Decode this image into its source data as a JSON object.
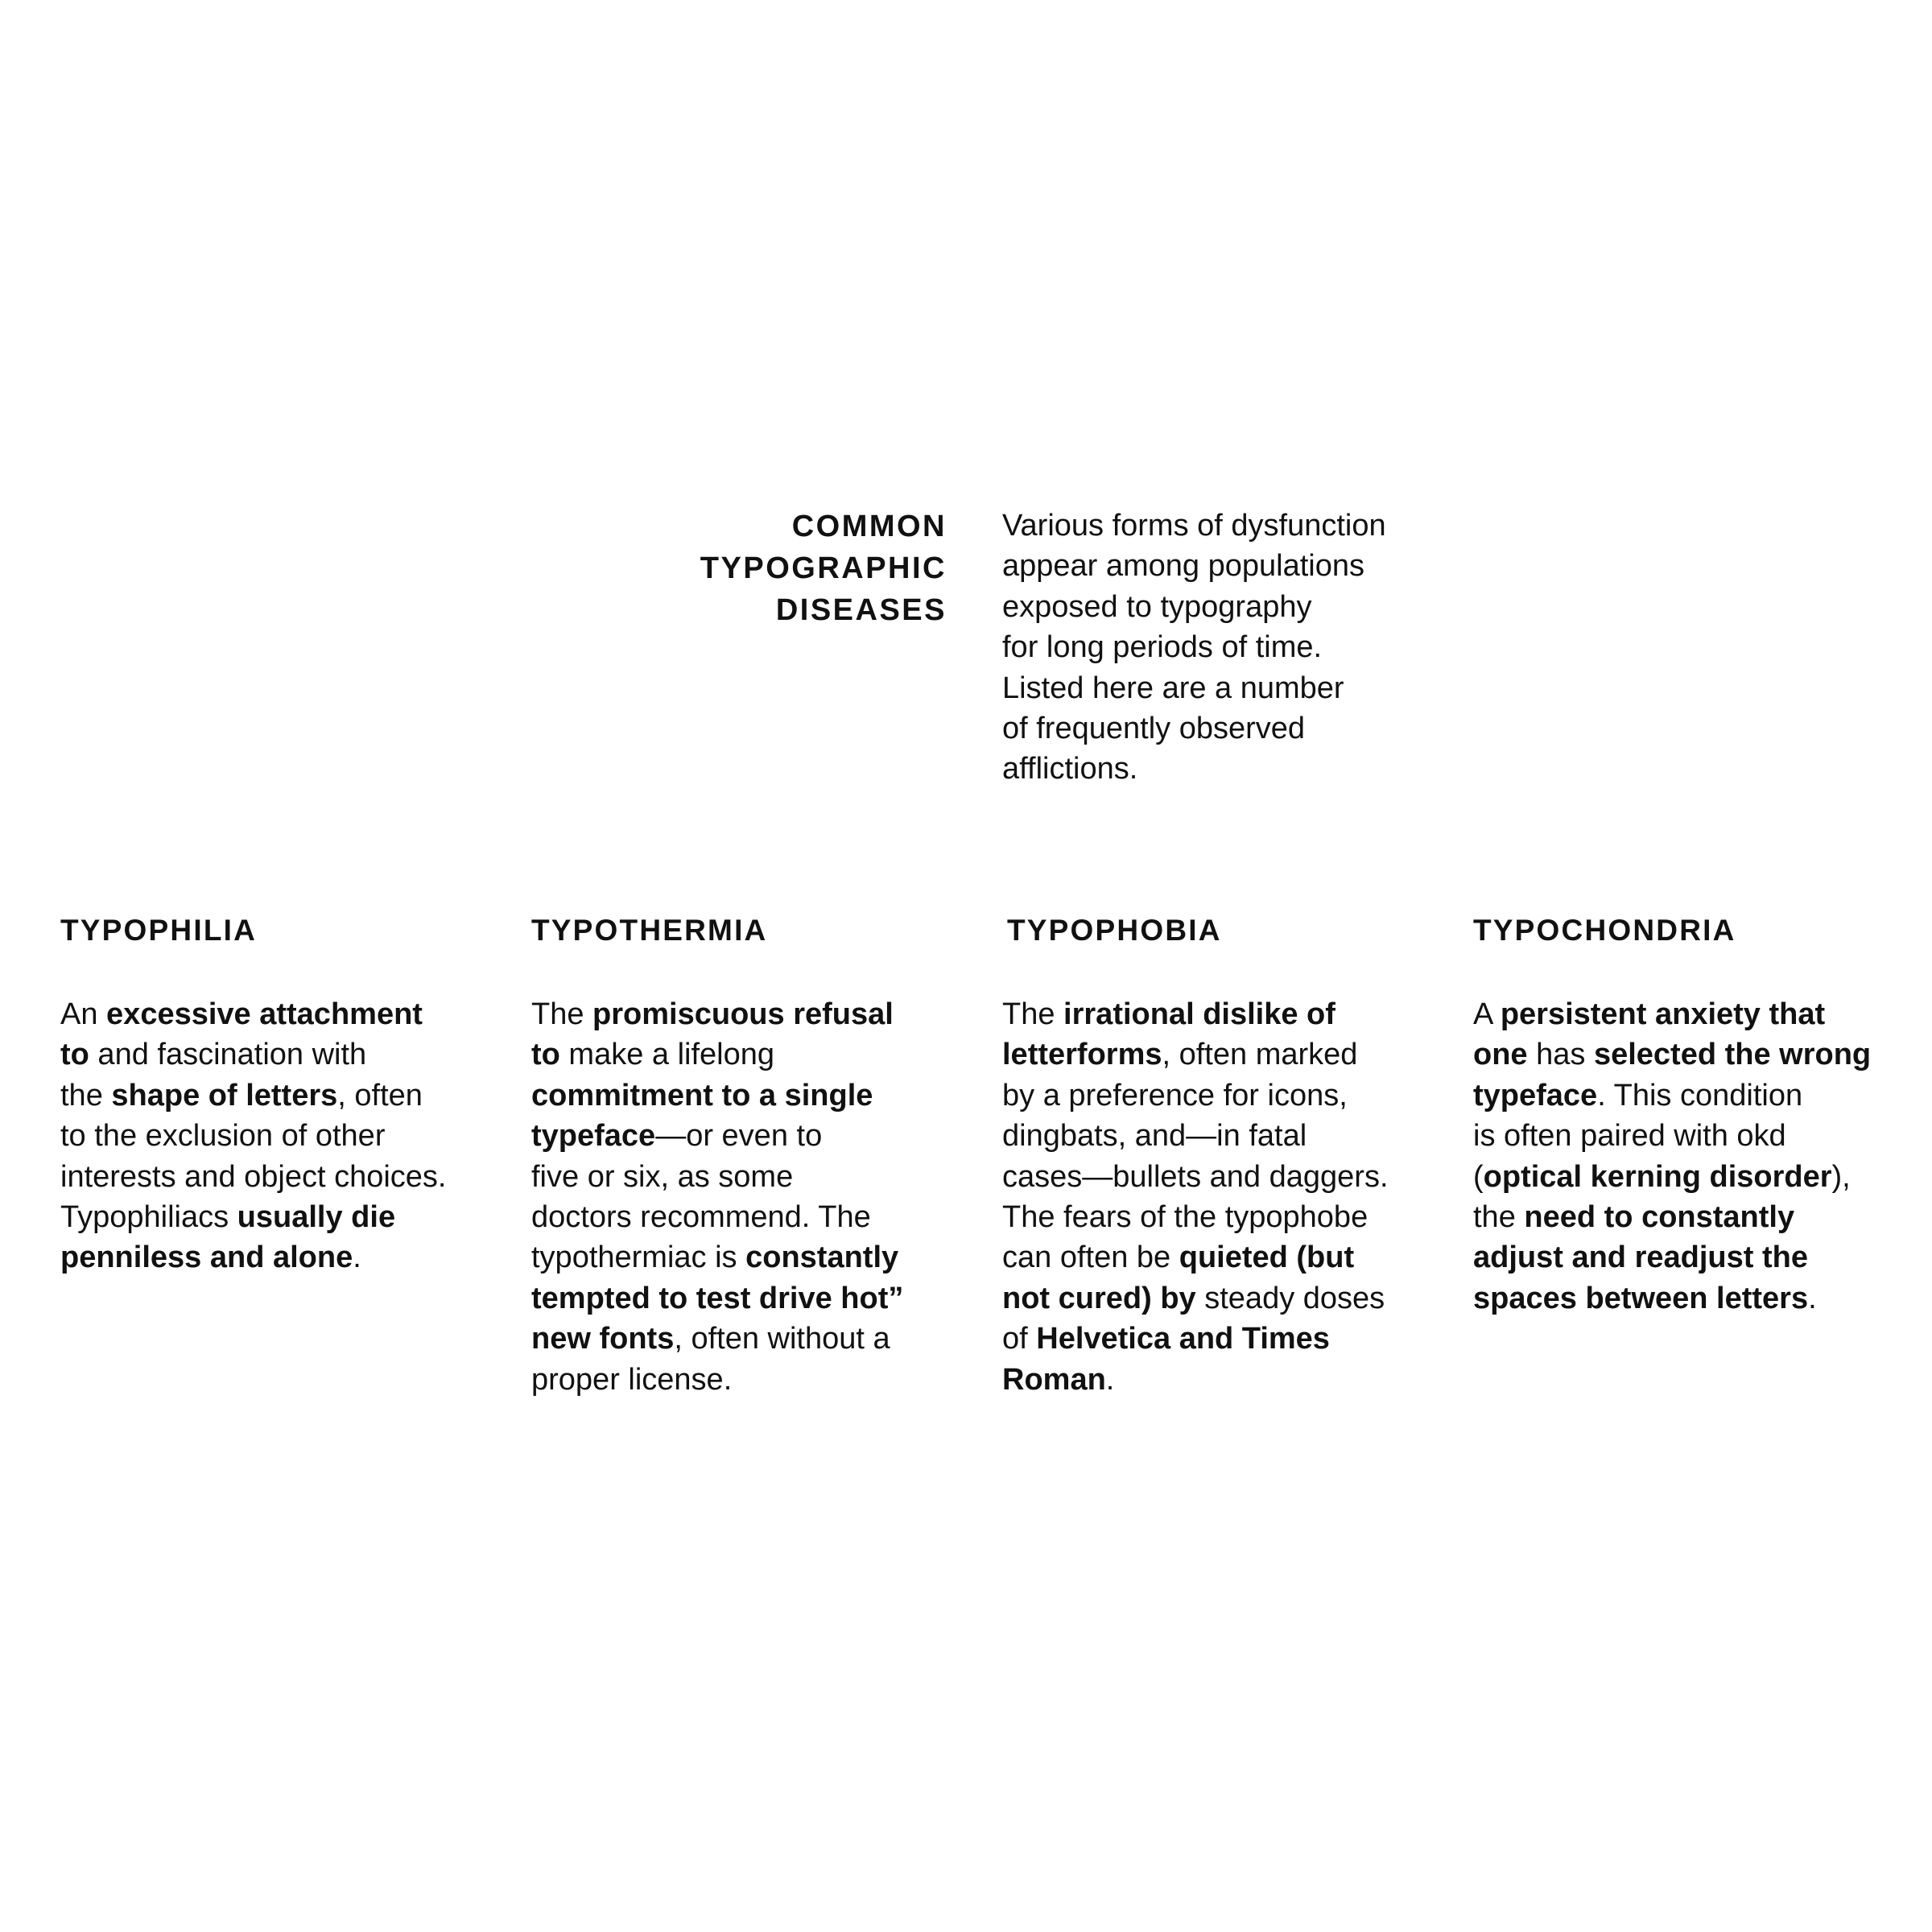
{
  "header": {
    "title_lines": [
      "COMMON",
      "TYPOGRAPHIC",
      "DISEASES"
    ],
    "intro_lines": [
      "Various forms of dysfunction",
      "appear among populations",
      "exposed to typography",
      "for long periods of time.",
      "Listed here are a number",
      "of frequently observed",
      "afflictions."
    ]
  },
  "columns": [
    {
      "heading": "TYPOPHILIA",
      "lines": [
        [
          {
            "t": "An ",
            "b": false
          },
          {
            "t": "excessive attachment",
            "b": true
          }
        ],
        [
          {
            "t": "to",
            "b": true
          },
          {
            "t": " and fascination with",
            "b": false
          }
        ],
        [
          {
            "t": "the ",
            "b": false
          },
          {
            "t": "shape of letters",
            "b": true
          },
          {
            "t": ", often",
            "b": false
          }
        ],
        [
          {
            "t": "to the exclusion of other",
            "b": false
          }
        ],
        [
          {
            "t": "interests and object choices.",
            "b": false
          }
        ],
        [
          {
            "t": "Typophiliacs ",
            "b": false
          },
          {
            "t": "usually die",
            "b": true
          }
        ],
        [
          {
            "t": "penniless and alone",
            "b": true
          },
          {
            "t": ".",
            "b": false
          }
        ]
      ]
    },
    {
      "heading": "TYPOTHERMIA",
      "lines": [
        [
          {
            "t": "The ",
            "b": false
          },
          {
            "t": "promiscuous refusal",
            "b": true
          }
        ],
        [
          {
            "t": "to",
            "b": true
          },
          {
            "t": " make a lifelong",
            "b": false
          }
        ],
        [
          {
            "t": "commitment to a single",
            "b": true
          }
        ],
        [
          {
            "t": "typeface",
            "b": true
          },
          {
            "t": "—or even to",
            "b": false
          }
        ],
        [
          {
            "t": "five or six, as some",
            "b": false
          }
        ],
        [
          {
            "t": "doctors recommend. The",
            "b": false
          }
        ],
        [
          {
            "t": "typothermiac is ",
            "b": false
          },
          {
            "t": "constantly",
            "b": true
          }
        ],
        [
          {
            "t": "tempted to test drive hot”",
            "b": true
          }
        ],
        [
          {
            "t": "new fonts",
            "b": true
          },
          {
            "t": ", often without a",
            "b": false
          }
        ],
        [
          {
            "t": "proper license.",
            "b": false
          }
        ]
      ]
    },
    {
      "heading": "TYPOPHOBIA",
      "lines": [
        [
          {
            "t": "The ",
            "b": false
          },
          {
            "t": "irrational dislike of",
            "b": true
          }
        ],
        [
          {
            "t": "letterforms",
            "b": true
          },
          {
            "t": ", often marked",
            "b": false
          }
        ],
        [
          {
            "t": "by a preference for icons,",
            "b": false
          }
        ],
        [
          {
            "t": "dingbats, and—in fatal",
            "b": false
          }
        ],
        [
          {
            "t": "cases—bullets and daggers.",
            "b": false
          }
        ],
        [
          {
            "t": "The fears of the typophobe",
            "b": false
          }
        ],
        [
          {
            "t": "can often be ",
            "b": false
          },
          {
            "t": "quieted (but",
            "b": true
          }
        ],
        [
          {
            "t": "not cured) by",
            "b": true
          },
          {
            "t": " steady doses",
            "b": false
          }
        ],
        [
          {
            "t": "of ",
            "b": false
          },
          {
            "t": "Helvetica and Times",
            "b": true
          }
        ],
        [
          {
            "t": "Roman",
            "b": true
          },
          {
            "t": ".",
            "b": false
          }
        ]
      ]
    },
    {
      "heading": "TYPOCHONDRIA",
      "lines": [
        [
          {
            "t": "A ",
            "b": false
          },
          {
            "t": "persistent anxiety that",
            "b": true
          }
        ],
        [
          {
            "t": "one",
            "b": true
          },
          {
            "t": " has ",
            "b": false
          },
          {
            "t": "selected the wrong",
            "b": true
          }
        ],
        [
          {
            "t": "typeface",
            "b": true
          },
          {
            "t": ". This condition",
            "b": false
          }
        ],
        [
          {
            "t": "is often paired with okd",
            "b": false
          }
        ],
        [
          {
            "t": "(",
            "b": false
          },
          {
            "t": "optical kerning disorder",
            "b": true
          },
          {
            "t": "),",
            "b": false
          }
        ],
        [
          {
            "t": "the ",
            "b": false
          },
          {
            "t": "need to constantly",
            "b": true
          }
        ],
        [
          {
            "t": "adjust and readjust the",
            "b": true
          }
        ],
        [
          {
            "t": "spaces between letters",
            "b": true
          },
          {
            "t": ".",
            "b": false
          }
        ]
      ]
    }
  ]
}
